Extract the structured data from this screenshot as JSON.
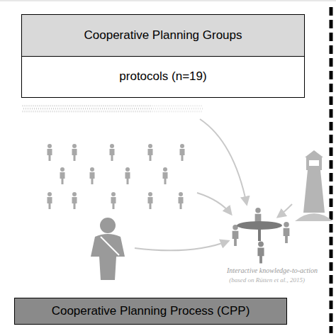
{
  "diagram": {
    "nodes": [
      {
        "text": [
          "Cooperative Planning Groups",
          "protocols (n=19)"
        ]
      },
      {
        "text": [
          "Cooperative Planning Process (CPP)"
        ]
      }
    ],
    "labels": [
      "Interactive knowledge-to-action",
      "(based on Rütten et al., 2015)"
    ]
  }
}
